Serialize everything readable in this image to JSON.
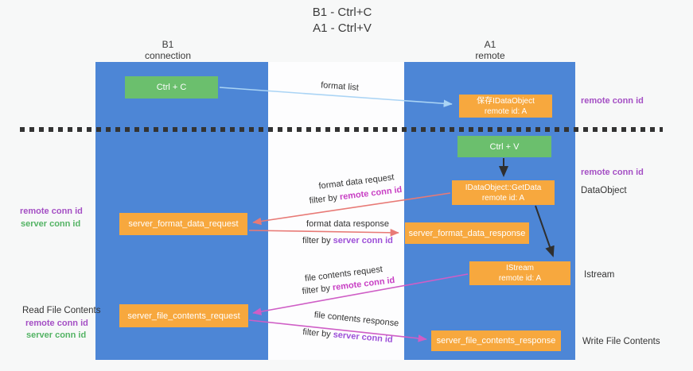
{
  "title": {
    "line1": "B1 - Ctrl+C",
    "line2": "A1 - Ctrl+V"
  },
  "lanes": {
    "left": {
      "title": "B1",
      "subtitle": "connection"
    },
    "right": {
      "title": "A1",
      "subtitle": "remote"
    }
  },
  "nodes": {
    "ctrl_c": {
      "label": "Ctrl + C"
    },
    "save_idataobject": {
      "line1": "保存IDataObject",
      "line2": "remote id: A"
    },
    "ctrl_v": {
      "label": "Ctrl + V"
    },
    "idataobject_getdata": {
      "line1": "IDataObject::GetData",
      "line2": "remote id: A"
    },
    "server_format_data_request": {
      "label": "server_format_data_request"
    },
    "server_format_data_response": {
      "label": "server_format_data_response"
    },
    "istream": {
      "line1": "IStream",
      "line2": "remote id: A"
    },
    "server_file_contents_request": {
      "label": "server_file_contents_request"
    },
    "server_file_contents_response": {
      "label": "server_file_contents_response"
    }
  },
  "edge_labels": {
    "format_list": "format list",
    "format_data_request": "format data request",
    "format_data_response": "format data response",
    "file_contents_request": "file contents request",
    "file_contents_response": "file contents response",
    "filter_by": "filter by ",
    "remote_conn_id": "remote conn id",
    "server_conn_id": "server conn id"
  },
  "side_labels": {
    "right_top_remote_conn_id": "remote conn id",
    "right_mid_remote_conn_id": "remote conn id",
    "dataobject": "DataObject",
    "istream": "Istream",
    "write_file_contents": "Write File Contents",
    "left_remote_conn_id": "remote conn id",
    "left_server_conn_id": "server conn id",
    "read_file_contents": "Read File Contents",
    "read_remote_conn_id": "remote conn id",
    "read_server_conn_id": "server conn id"
  },
  "colors": {
    "lane_blue": "#4d86d6",
    "box_green": "#6bbf6d",
    "box_orange": "#f7a83e",
    "arrow_light_blue": "#aad4f5",
    "arrow_salmon": "#e87a76",
    "arrow_magenta": "#cf5ec6",
    "arrow_black": "#2f2f2f",
    "label_purple": "#a44fc4",
    "label_green": "#53b364",
    "label_magenta": "#c83fc4",
    "label_violet": "#9d50d8",
    "dash_line": "#333333"
  }
}
